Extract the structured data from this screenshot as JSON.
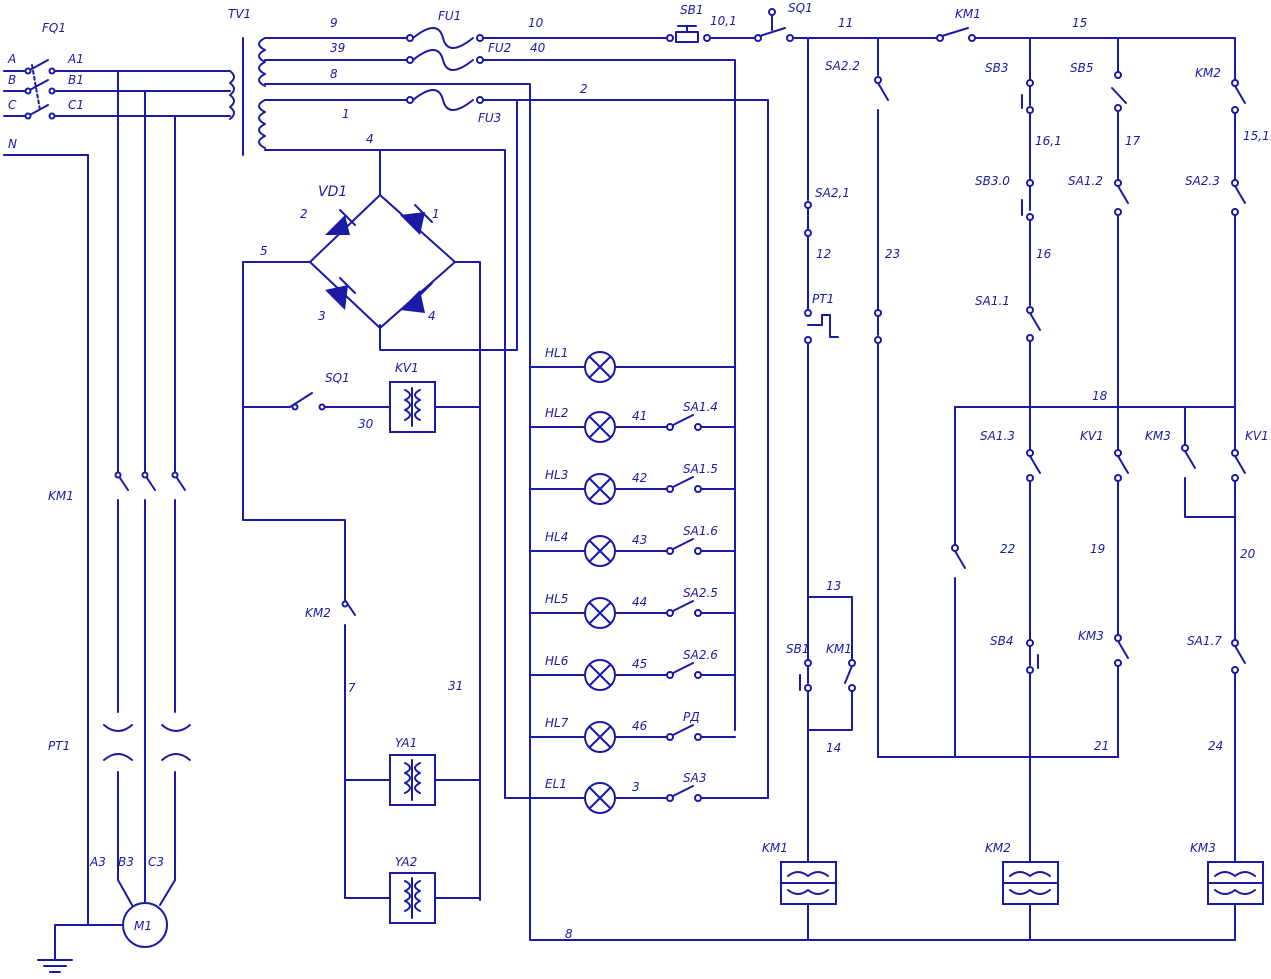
{
  "labels": {
    "FQ1": "FQ1",
    "A": "A",
    "A1": "A1",
    "B": "B",
    "B1": "B1",
    "C": "C",
    "C1": "C1",
    "N": "N",
    "TV1": "TV1",
    "w9": "9",
    "w39": "39",
    "w8": "8",
    "w1": "1",
    "w4": "4",
    "FU1": "FU1",
    "FU2": "FU2",
    "FU3": "FU3",
    "w10": "10",
    "w40": "40",
    "w2": "2",
    "SB1_top": "SB1",
    "w10_1": "10,1",
    "SQ1_top": "SQ1",
    "w11": "11",
    "KM1_top": "KM1",
    "w15": "15",
    "SA2_2": "SA2.2",
    "SB3": "SB3",
    "SB5": "SB5",
    "KM2_top": "KM2",
    "w16_1": "16,1",
    "w17": "17",
    "w15_1": "15,1",
    "SA2_1": "SA2,1",
    "SB3_0": "SB3.0",
    "SA1_2": "SA1.2",
    "SA2_3": "SA2.3",
    "w12": "12",
    "w23": "23",
    "w16": "16",
    "PT1_right": "PT1",
    "SA1_1": "SA1.1",
    "VD1": "VD1",
    "d2": "2",
    "d1": "1",
    "d3": "3",
    "d4": "4",
    "w5": "5",
    "SQ1_mid": "SQ1",
    "KV1": "KV1",
    "w30": "30",
    "HL1": "HL1",
    "HL2": "HL2",
    "HL3": "HL3",
    "HL4": "HL4",
    "HL5": "HL5",
    "HL6": "HL6",
    "HL7": "HL7",
    "EL1": "EL1",
    "w41": "41",
    "w42": "42",
    "w43": "43",
    "w44": "44",
    "w45": "45",
    "w46": "46",
    "w3": "3",
    "SA1_4": "SA1.4",
    "SA1_5": "SA1.5",
    "SA1_6": "SA1.6",
    "SA2_5": "SA2.5",
    "SA2_6": "SA2.6",
    "RD": "РД",
    "SA3": "SA3",
    "w18": "18",
    "SA1_3": "SA1.3",
    "KV1_c1": "KV1",
    "KM3_c": "KM3",
    "KV1_c2": "KV1",
    "w22": "22",
    "w19": "19",
    "w20": "20",
    "KM1_left": "KM1",
    "KM2_mid": "KM2",
    "w7": "7",
    "w31": "31",
    "PT1_left": "PT1",
    "w13": "13",
    "SB1_mid": "SB1",
    "KM1_mid": "KM1",
    "SB4": "SB4",
    "KM3_mid": "KM3",
    "SA1_7": "SA1.7",
    "w14": "14",
    "w21": "21",
    "w24": "24",
    "YA1": "YA1",
    "YA2": "YA2",
    "A3": "A3",
    "B3": "B3",
    "C3": "C3",
    "M1": "M1",
    "KM1_coil": "KM1",
    "KM2_coil": "KM2",
    "KM3_coil": "KM3",
    "w8_bottom": "8"
  }
}
